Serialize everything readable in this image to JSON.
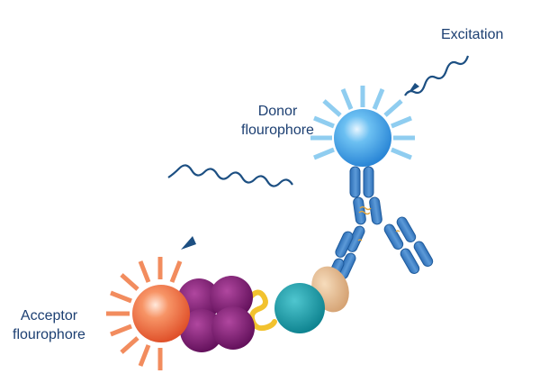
{
  "labels": {
    "excitation": "Excitation",
    "donor": [
      "Donor",
      "flourophore"
    ],
    "acceptor": [
      "Acceptor",
      "flourophore"
    ]
  },
  "colors": {
    "text": "#1c3f72",
    "arrow": "#1c4f82",
    "donor": "#3b9fe6",
    "donor_rays": "#8fcdf0",
    "acceptor": "#f26a3c",
    "acceptor_rays": "#f28c5e",
    "antibody": "#3f7fc4",
    "purple_complex": "#7a1570",
    "linker": "#f2c22e",
    "teal_protein": "#1698a5",
    "tan_protein": "#e2b98e"
  },
  "icons": [
    "wavy-arrow-icon",
    "antibody-icon"
  ]
}
